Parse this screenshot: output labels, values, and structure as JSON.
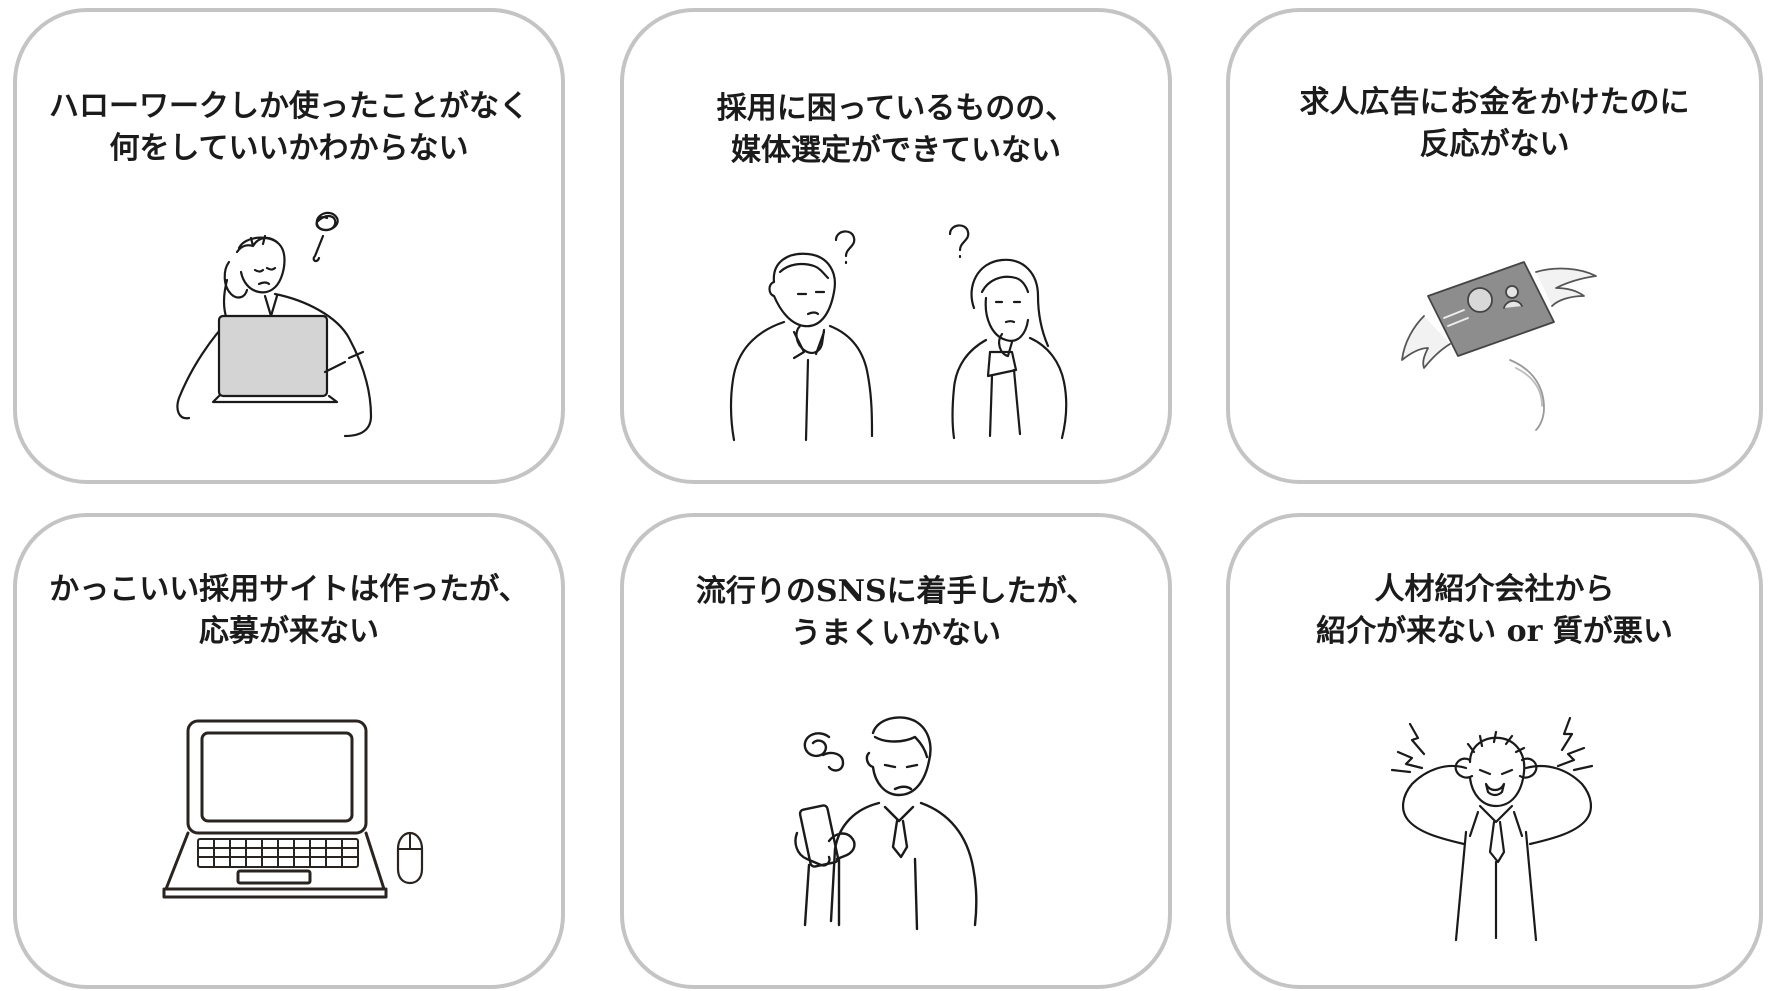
{
  "cards": [
    {
      "line1": "ハローワークしか使ったことがなく",
      "line2": "何をしていいかわからない",
      "illustration": "stressed-man-laptop-icon"
    },
    {
      "line1": "採用に困っているものの、",
      "line2": "媒体選定ができていない",
      "illustration": "confused-people-icon"
    },
    {
      "line1": "求人広告にお金をかけたのに",
      "line2": "反応がない",
      "illustration": "flying-money-icon"
    },
    {
      "line1": "かっこいい採用サイトは作ったが、",
      "line2": "応募が来ない",
      "illustration": "laptop-icon"
    },
    {
      "line1": "流行りのSNSに着手したが、",
      "line2": "うまくいかない",
      "illustration": "confused-man-phone-icon"
    },
    {
      "line1": "人材紹介会社から",
      "line2": "紹介が来ない or 質が悪い",
      "illustration": "frustrated-man-icon"
    }
  ],
  "colors": {
    "border": "#c4c4c4",
    "text": "#1b1b1b",
    "line": "#1a1a1a",
    "fill": "#d4d4d4"
  }
}
